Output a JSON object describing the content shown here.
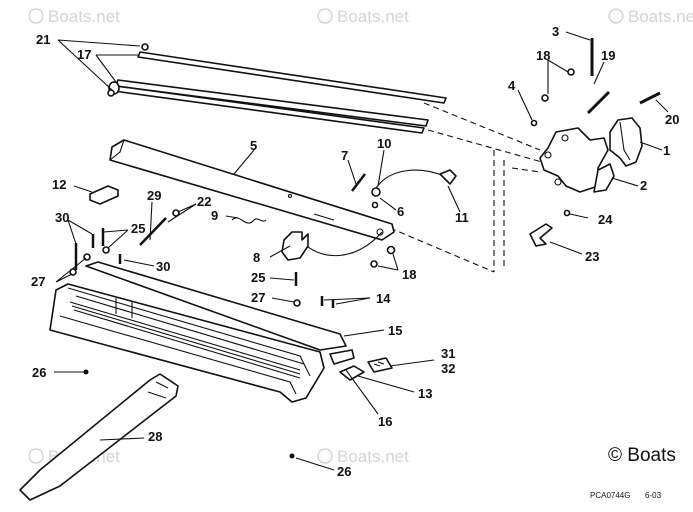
{
  "watermark": {
    "text": "Boats.net"
  },
  "copyright": "© Boats",
  "drawing_code": "PCA0744G",
  "drawing_date": "6-03",
  "callouts": {
    "c1": "1",
    "c2": "2",
    "c3": "3",
    "c4": "4",
    "c5": "5",
    "c6": "6",
    "c7": "7",
    "c8": "8",
    "c9": "9",
    "c10": "10",
    "c11": "11",
    "c12": "12",
    "c13": "13",
    "c14": "14",
    "c15": "15",
    "c16": "16",
    "c17": "17",
    "c18a": "18",
    "c18b": "18",
    "c19": "19",
    "c20": "20",
    "c21": "21",
    "c22": "22",
    "c23": "23",
    "c24": "24",
    "c25a": "25",
    "c25b": "25",
    "c26a": "26",
    "c26b": "26",
    "c27a": "27",
    "c27b": "27",
    "c28": "28",
    "c29": "29",
    "c30a": "30",
    "c30b": "30",
    "c31": "31",
    "c32": "32"
  }
}
